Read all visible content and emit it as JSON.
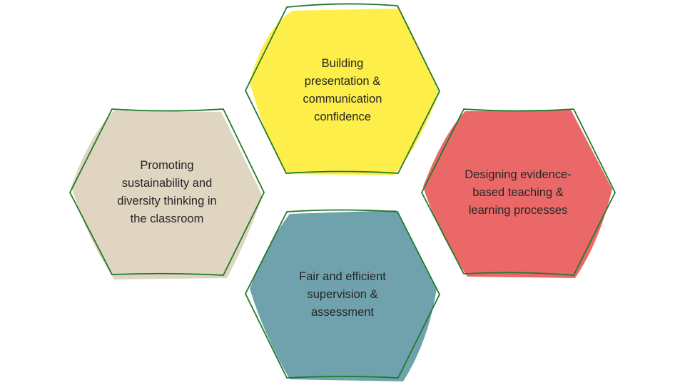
{
  "colors": {
    "outline": "#1F7A2C",
    "yellow": "#FDEE4A",
    "tan": "#DFD5C0",
    "red": "#EA6867",
    "teal": "#6FA2AC"
  },
  "hexagons": [
    {
      "id": "presentation",
      "label": "Building\npresentation &\ncommunication\nconfidence"
    },
    {
      "id": "sustainability",
      "label": "Promoting\nsustainability and\ndiversity thinking in\nthe classroom"
    },
    {
      "id": "evidence",
      "label": "Designing evidence-\nbased teaching &\nlearning processes"
    },
    {
      "id": "supervision",
      "label": "Fair and efficient\nsupervision &\nassessment"
    }
  ]
}
